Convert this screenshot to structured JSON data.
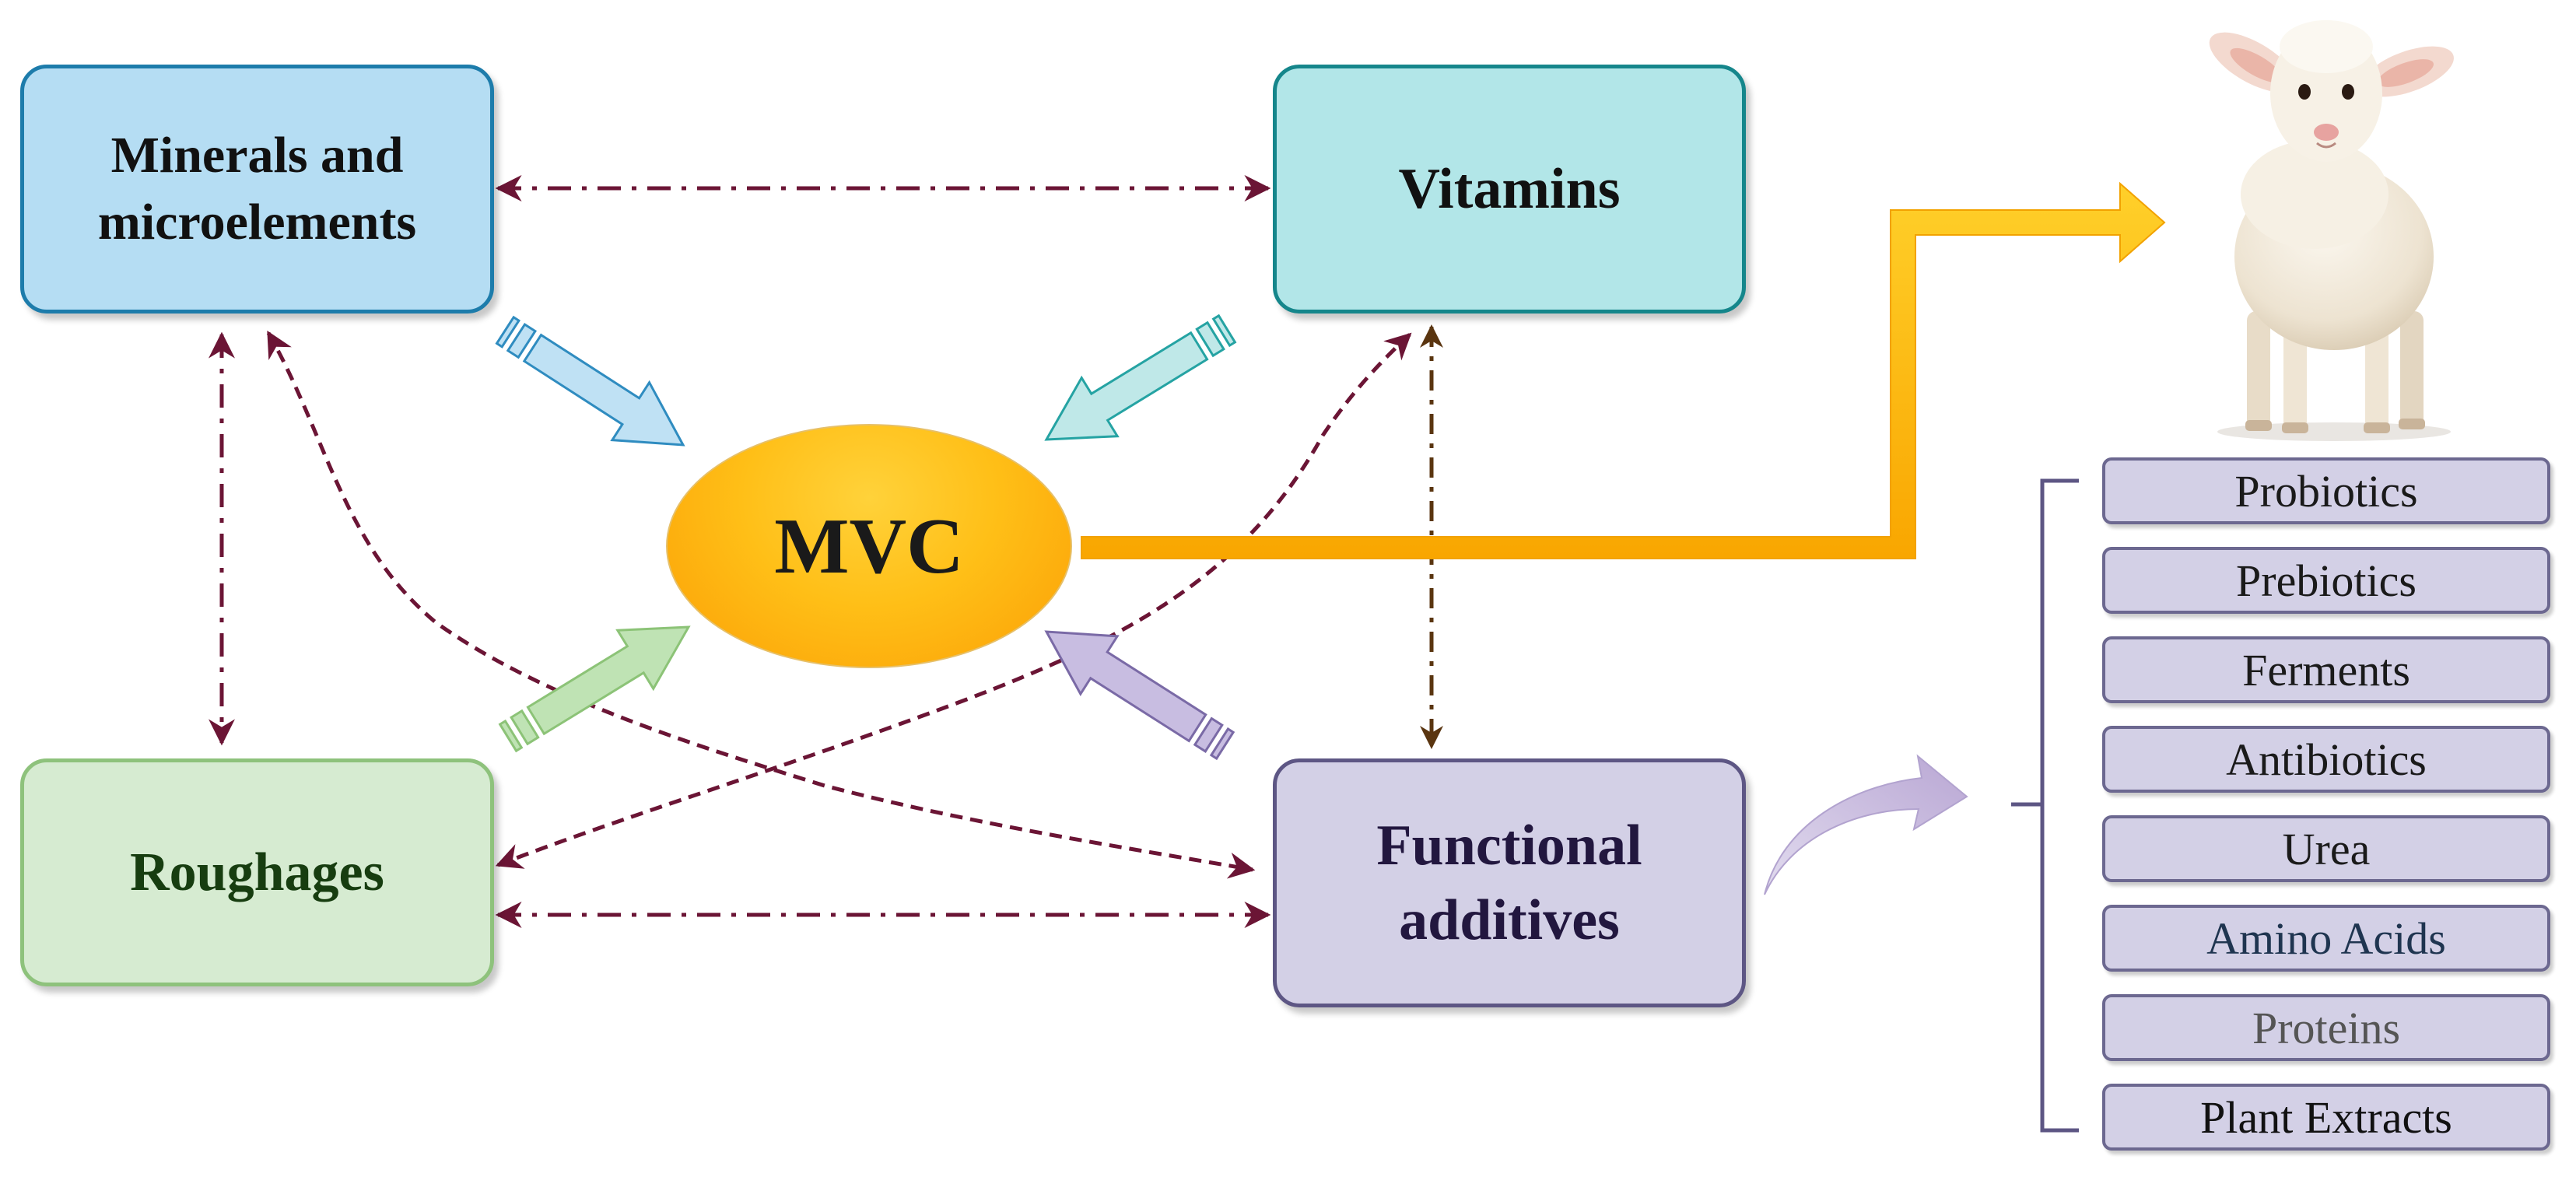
{
  "nodes": {
    "minerals": {
      "line1": "Minerals and",
      "line2": "microelements"
    },
    "vitamins": {
      "label": "Vitamins"
    },
    "roughages": {
      "label": "Roughages"
    },
    "functional": {
      "line1": "Functional",
      "line2": "additives"
    },
    "center": {
      "label": "MVC"
    }
  },
  "additives": [
    "Probiotics",
    "Prebiotics",
    "Ferments",
    "Antibiotics",
    "Urea",
    "Amino Acids",
    "Proteins",
    "Plant Extracts"
  ],
  "additive_text_colors": [
    "#1a1a1a",
    "#1a1a1a",
    "#1a1a1a",
    "#1a1a1a",
    "#1a1a1a",
    "#1f3550",
    "#555555",
    "#111111"
  ],
  "colors": {
    "minerals_fill": "#b5ddf3",
    "vitamins_fill": "#b2e6e8",
    "roughages_fill": "#d6ebd1",
    "functional_fill": "#d3d0e6",
    "mvc_fill": "#fdb812",
    "connector": "#6b1535",
    "output_arrow": "#f7b000"
  },
  "icons": [
    "lamb-image",
    "output-arrow",
    "curved-arrow",
    "bracket"
  ]
}
